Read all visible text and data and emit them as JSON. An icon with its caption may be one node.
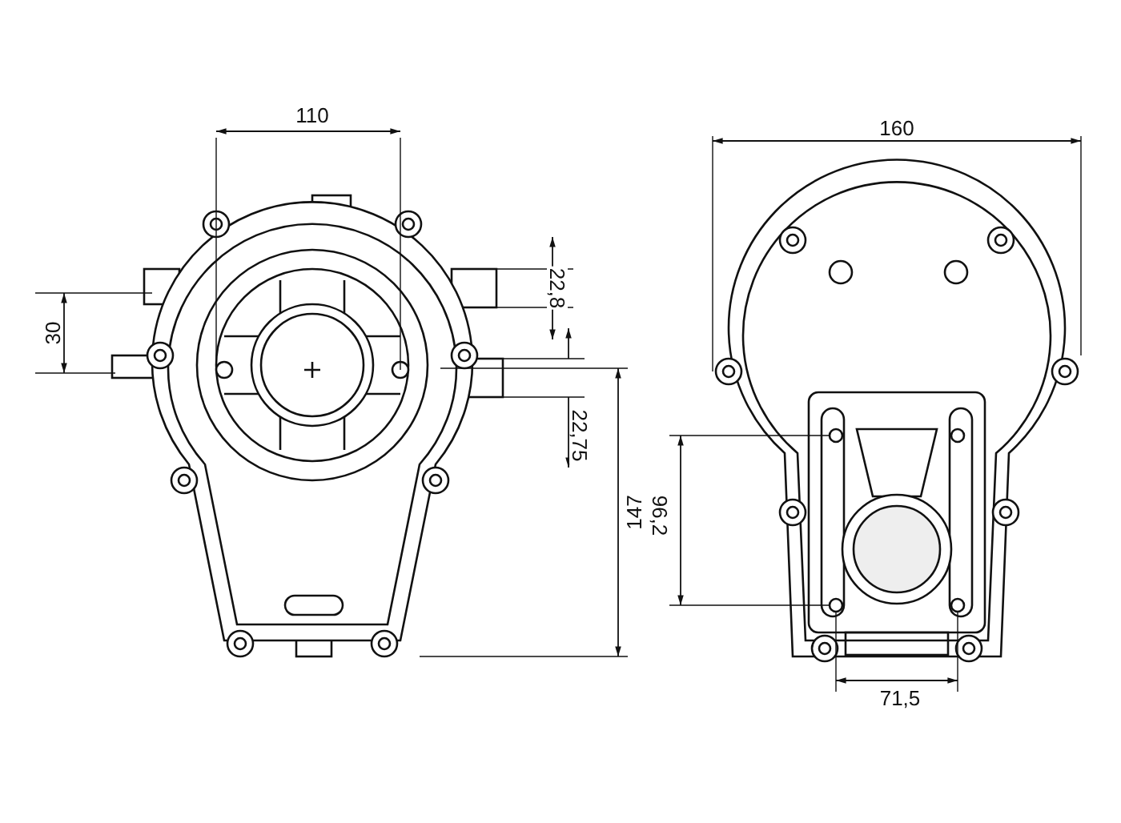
{
  "diagram": {
    "labels": [
      "110",
      "160",
      "22,8",
      "30",
      "22,75",
      "147",
      "96,2",
      "71,5"
    ]
  }
}
